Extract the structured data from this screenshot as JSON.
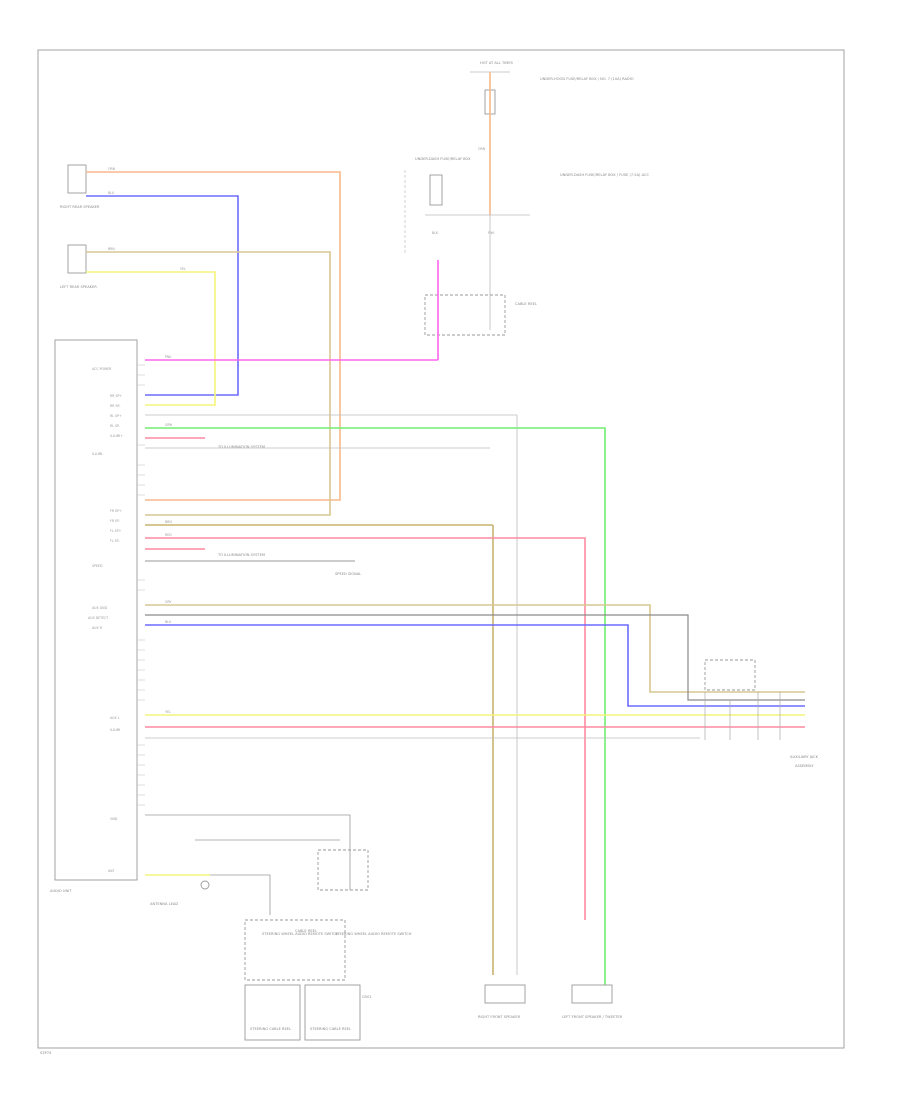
{
  "footer": {
    "code": "S3P74"
  },
  "components": {
    "hot_at_all_times": "HOT AT ALL TIMES",
    "underhood_fuse_box": "UNDER-HOOD FUSE/RELAY BOX / NO. 7 (10A) RADIO",
    "under_dash_fuse_box": "UNDER-DASH FUSE/RELAY BOX",
    "underhood_junction": "UNDER-DASH FUSE/RELAY BOX / FUSE (7.5A) ACC",
    "right_rear_speaker": "RIGHT REAR SPEAKER",
    "left_rear_speaker": "LEFT REAR SPEAKER",
    "audio_unit": "AUDIO UNIT",
    "antenna_lead": "ANTENNA LEAD",
    "to_steering": "STEERING WHEEL AUDIO REMOTE SWITCH",
    "to_steering_2": "STEERING WHEEL AUDIO REMOTE SWITCH",
    "steering_box_1": "STEERING CABLE REEL",
    "steering_box_2": "STEERING CABLE REEL",
    "cable_reel": "CABLE REEL",
    "right_front_speaker": "RIGHT FRONT SPEAKER",
    "left_front_speaker": "LEFT FRONT SPEAKER / TWEETER",
    "audio_aux_jack": "AUXILIARY JACK",
    "audio_aux_jack_2": "ASSEMBLY",
    "ground_label": "G501",
    "to_illumination_1": "TO ILLUMINATION SYSTEM",
    "to_illumination_2": "TO ILLUMINATION SYSTEM",
    "speed_signal": "SPEED SIGNAL"
  },
  "pins": {
    "p1": "ACC POWER",
    "p2": "RR SP+",
    "p3": "RR SP-",
    "p4": "RL SP+",
    "p5": "RL SP-",
    "p6": "ILLUMI+",
    "p7": "ILLUMI-",
    "p8": "FR SP+",
    "p9": "FR SP-",
    "p10": "FL SP+",
    "p11": "FL SP-",
    "p12": "SPEED",
    "p13": "AUX GND",
    "p14": "AUX DETECT",
    "p15": "AUX R",
    "p16": "AUX L",
    "p17": "ILLUMI",
    "p18": "GND",
    "p19": "ANT"
  },
  "wires": {
    "org": "ORN",
    "blu": "BLU",
    "brn": "BRN",
    "yel": "YEL",
    "pnk": "PNK",
    "grn": "GRN",
    "red": "RED",
    "blk": "BLK",
    "gry": "GRY",
    "wht": "WHT"
  },
  "colors": {
    "orange": "#f7b98a",
    "blue": "#6b6bff",
    "tan": "#d9c690",
    "yellow": "#f4f47a",
    "pink": "#ff66ee",
    "green": "#70ee70",
    "red": "#ff8aa0",
    "gray": "#aaaaaa",
    "olive": "#c8b46e"
  }
}
